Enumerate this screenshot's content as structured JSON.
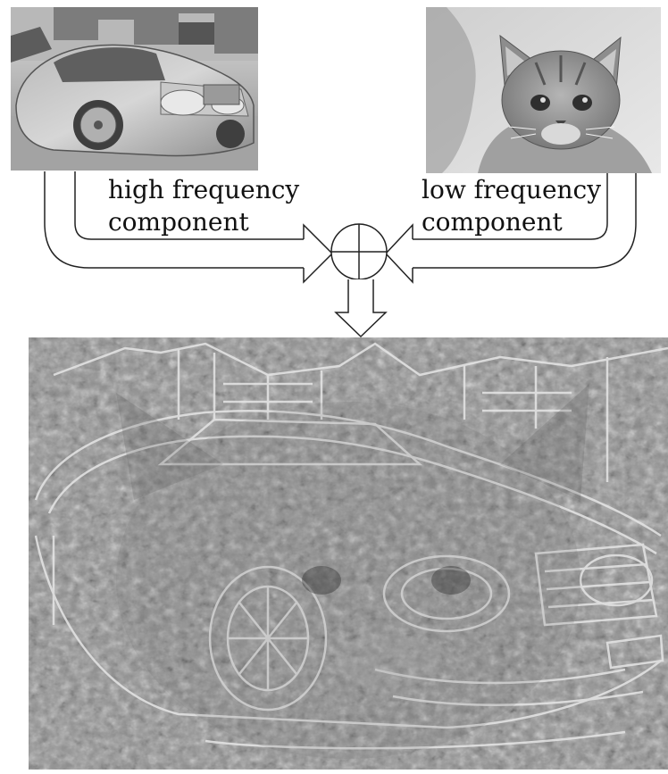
{
  "figure": {
    "high_frequency_label": [
      "high frequency",
      "component"
    ],
    "low_frequency_label": [
      "low frequency",
      "component"
    ],
    "source_images": [
      {
        "role": "high-frequency source",
        "subject": "car",
        "icon": "car-photo"
      },
      {
        "role": "low-frequency source",
        "subject": "cat",
        "icon": "cat-photo"
      }
    ],
    "operator": "circle-plus",
    "result": {
      "icon": "hybrid-image",
      "subject": "hybrid of car edges and cat shading"
    }
  }
}
